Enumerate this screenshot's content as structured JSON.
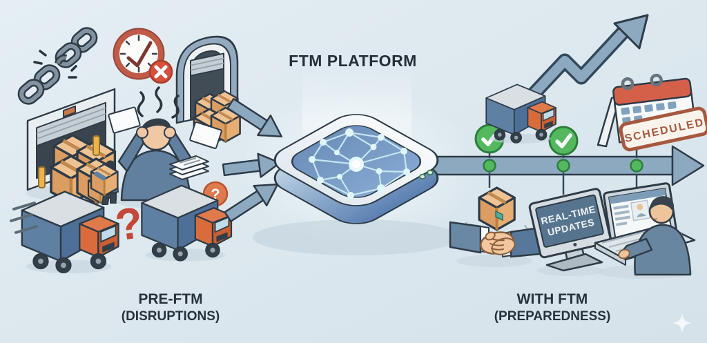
{
  "title": "FTM PLATFORM",
  "left_section": {
    "heading": "PRE-FTM",
    "subheading": "(DISRUPTIONS)"
  },
  "right_section": {
    "heading": "WITH FTM",
    "subheading": "(PREPAREDNESS)"
  },
  "monitor": {
    "line1": "REAL-TIME",
    "line2": "UPDATES"
  },
  "calendar_stamp": "SCHEDULED",
  "glyphs": {
    "question_mark": "?"
  },
  "icons": [
    "broken-chain-icon",
    "delayed-clock-icon",
    "warehouse-dock-icon",
    "arch-dock-icon",
    "stressed-person-icon",
    "flying-paper-icon",
    "document-stack-icon",
    "question-bubble-icon",
    "truck-icon",
    "input-arrow-icon",
    "network-platform-icon",
    "timeline-arrow",
    "milestone-check-icon",
    "growth-arrow-icon",
    "calendar-scheduled-icon",
    "handshake-icon",
    "parcel-box-icon",
    "realtime-monitor-icon",
    "laptop-user-icon",
    "sparkle-icon"
  ],
  "colors": {
    "background": "#dde8ee",
    "arrow_blue": "#8da9c0",
    "platform_blue": "#7a9cc6",
    "success_green": "#54b95e",
    "alert_red": "#d7503c",
    "cargo_orange": "#e0784a",
    "ink": "#2e3b47"
  }
}
